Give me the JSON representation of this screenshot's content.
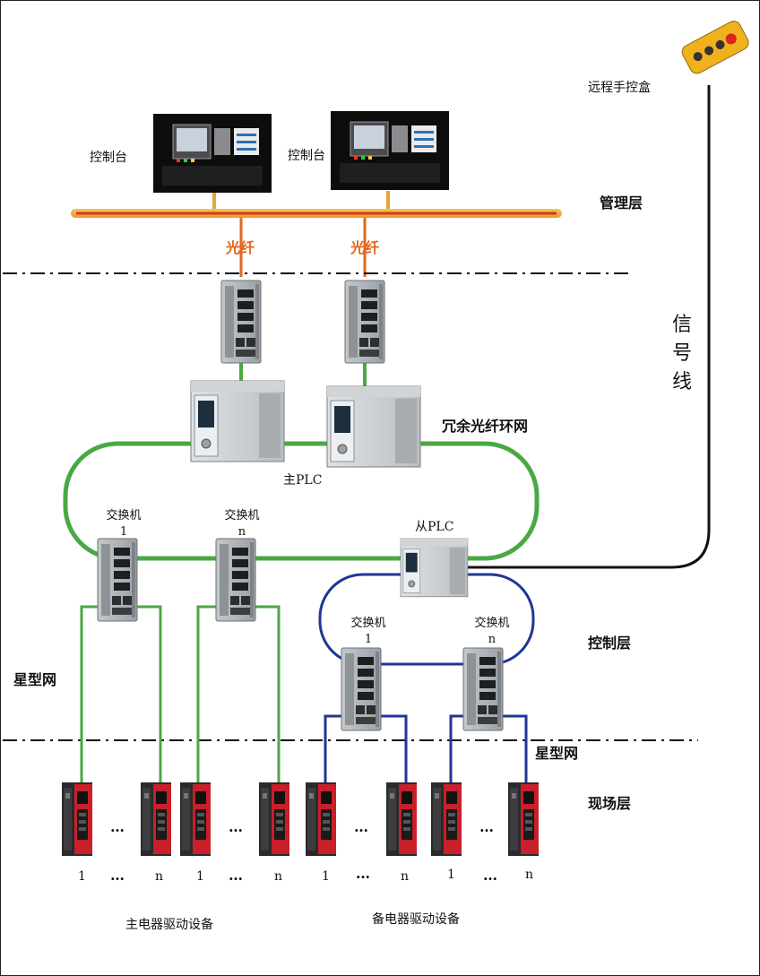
{
  "colors": {
    "fiber_orange": "#e2661e",
    "bus_fill": "#f2a63a",
    "ring_green": "#4aa843",
    "ring_blue": "#1f3696",
    "signal_black": "#111111",
    "drive_red": "#c8202a"
  },
  "icons": {
    "console": "control-console-icon",
    "switch": "industrial-switch-icon",
    "plc": "plc-cpu-icon",
    "drive": "servo-drive-icon",
    "pendant": "remote-pendant-icon"
  },
  "labels": {
    "remote_pendant": "远程手控盒",
    "console_left": "控制台",
    "console_right": "控制台",
    "mgmt_layer": "管理层",
    "fiber_left": "光纤",
    "fiber_right": "光纤",
    "signal_line": "信\n号\n线",
    "redundant_ring": "冗余光纤环网",
    "master_plc": "主PLC",
    "slave_plc": "从PLC",
    "switch_a1": "交换机\n1",
    "switch_an": "交换机\nn",
    "switch_b1": "交换机\n1",
    "switch_bn": "交换机\nn",
    "control_layer": "控制层",
    "star_left": "星型网",
    "star_right": "星型网",
    "field_layer": "现场层",
    "ellipsis": "…",
    "idx_1": "1",
    "idx_n": "n",
    "main_group": "主电器驱动设备",
    "backup_group": "备电器驱动设备"
  }
}
